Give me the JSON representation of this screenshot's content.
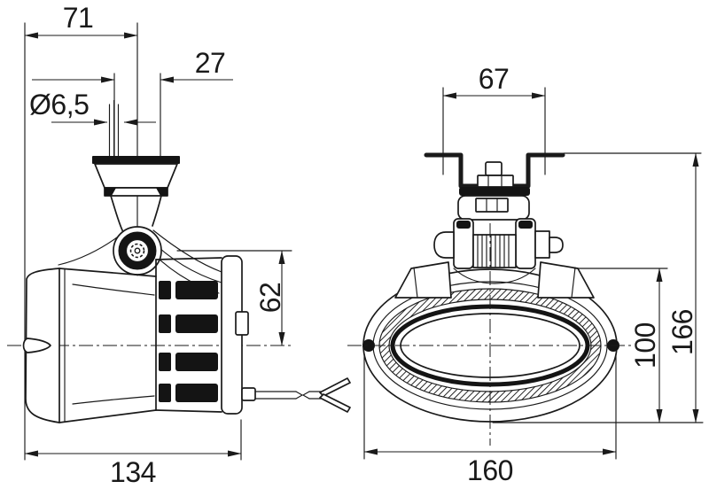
{
  "drawing": {
    "side_view": {
      "dim_front_to_pivot": "71",
      "dim_hole_offset": "27",
      "dim_hole_diameter": "Ø6,5",
      "dim_axis_to_pivot": "62",
      "dim_overall_depth": "134"
    },
    "front_view": {
      "dim_bracket_width": "67",
      "dim_lamp_height": "100",
      "dim_overall_height": "166",
      "dim_lamp_width": "160"
    },
    "colors": {
      "line": "#1a1a1a",
      "fill": "#141414",
      "background": "#ffffff"
    }
  }
}
